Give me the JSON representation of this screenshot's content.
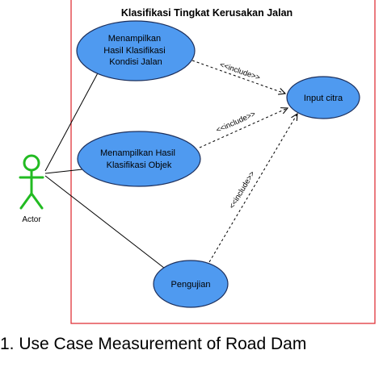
{
  "system": {
    "title": "Klasifikasi Tingkat Kerusakan Jalan"
  },
  "actor": {
    "label": "Actor"
  },
  "use_cases": {
    "menampilkan_klasifikasi_kondisi": {
      "line1": "Menampilkan",
      "line2": "Hasil Klasifikasi",
      "line3": "Kondisi Jalan"
    },
    "menampilkan_klasifikasi_objek": {
      "line1": "Menampilkan Hasil",
      "line2": "Klasifikasi Objek"
    },
    "pengujian": {
      "label": "Pengujian"
    },
    "input_citra": {
      "label": "Input citra"
    }
  },
  "relations": {
    "include_label": "<<include>>"
  },
  "caption": {
    "text": "1. Use Case Measurement of Road Dam"
  },
  "colors": {
    "system_border": "#e0343a",
    "use_case_fill": "#4f9af0",
    "use_case_stroke": "#1c2f5c",
    "actor": "#22bb22",
    "line": "#000000"
  }
}
